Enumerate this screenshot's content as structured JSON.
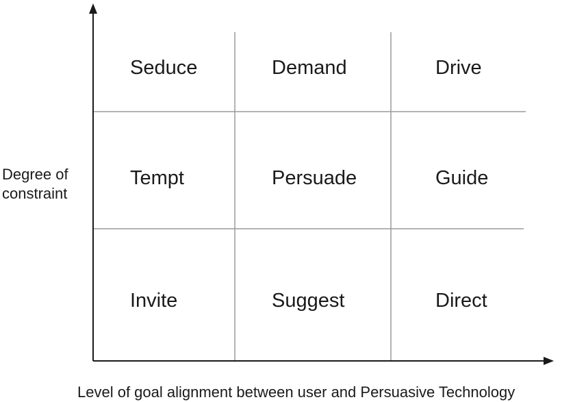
{
  "y_axis_label": {
    "line1": "Degree of",
    "line2": "constraint"
  },
  "x_axis_label": "Level of goal alignment between user and Persuasive Technology",
  "grid": {
    "top_row": [
      "Seduce",
      "Demand",
      "Drive"
    ],
    "middle_row": [
      "Tempt",
      "Persuade",
      "Guide"
    ],
    "bottom_row": [
      "Invite",
      "Suggest",
      "Direct"
    ]
  }
}
